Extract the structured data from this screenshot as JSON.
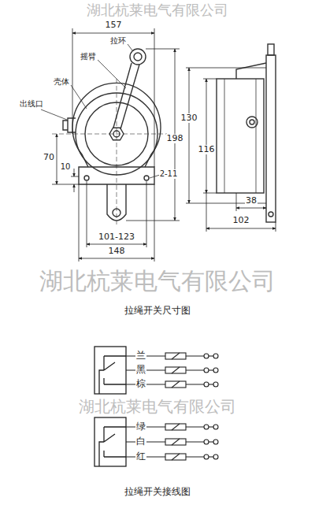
{
  "diagram": {
    "labels": [
      "湖北杭莱电气有限公司",
      "157",
      "拉环",
      "摇臂",
      "壳体",
      "出线口",
      "198",
      "130",
      "116",
      "70",
      "10",
      "2-11",
      "101-123",
      "148",
      "38",
      "102",
      "湖北杭莱电气有限公司",
      "拉绳开关尺寸图",
      "兰",
      "黑",
      "棕",
      "绿",
      "白",
      "红",
      "湖北杭莱电气有限公司",
      "拉绳开关接线图"
    ]
  }
}
